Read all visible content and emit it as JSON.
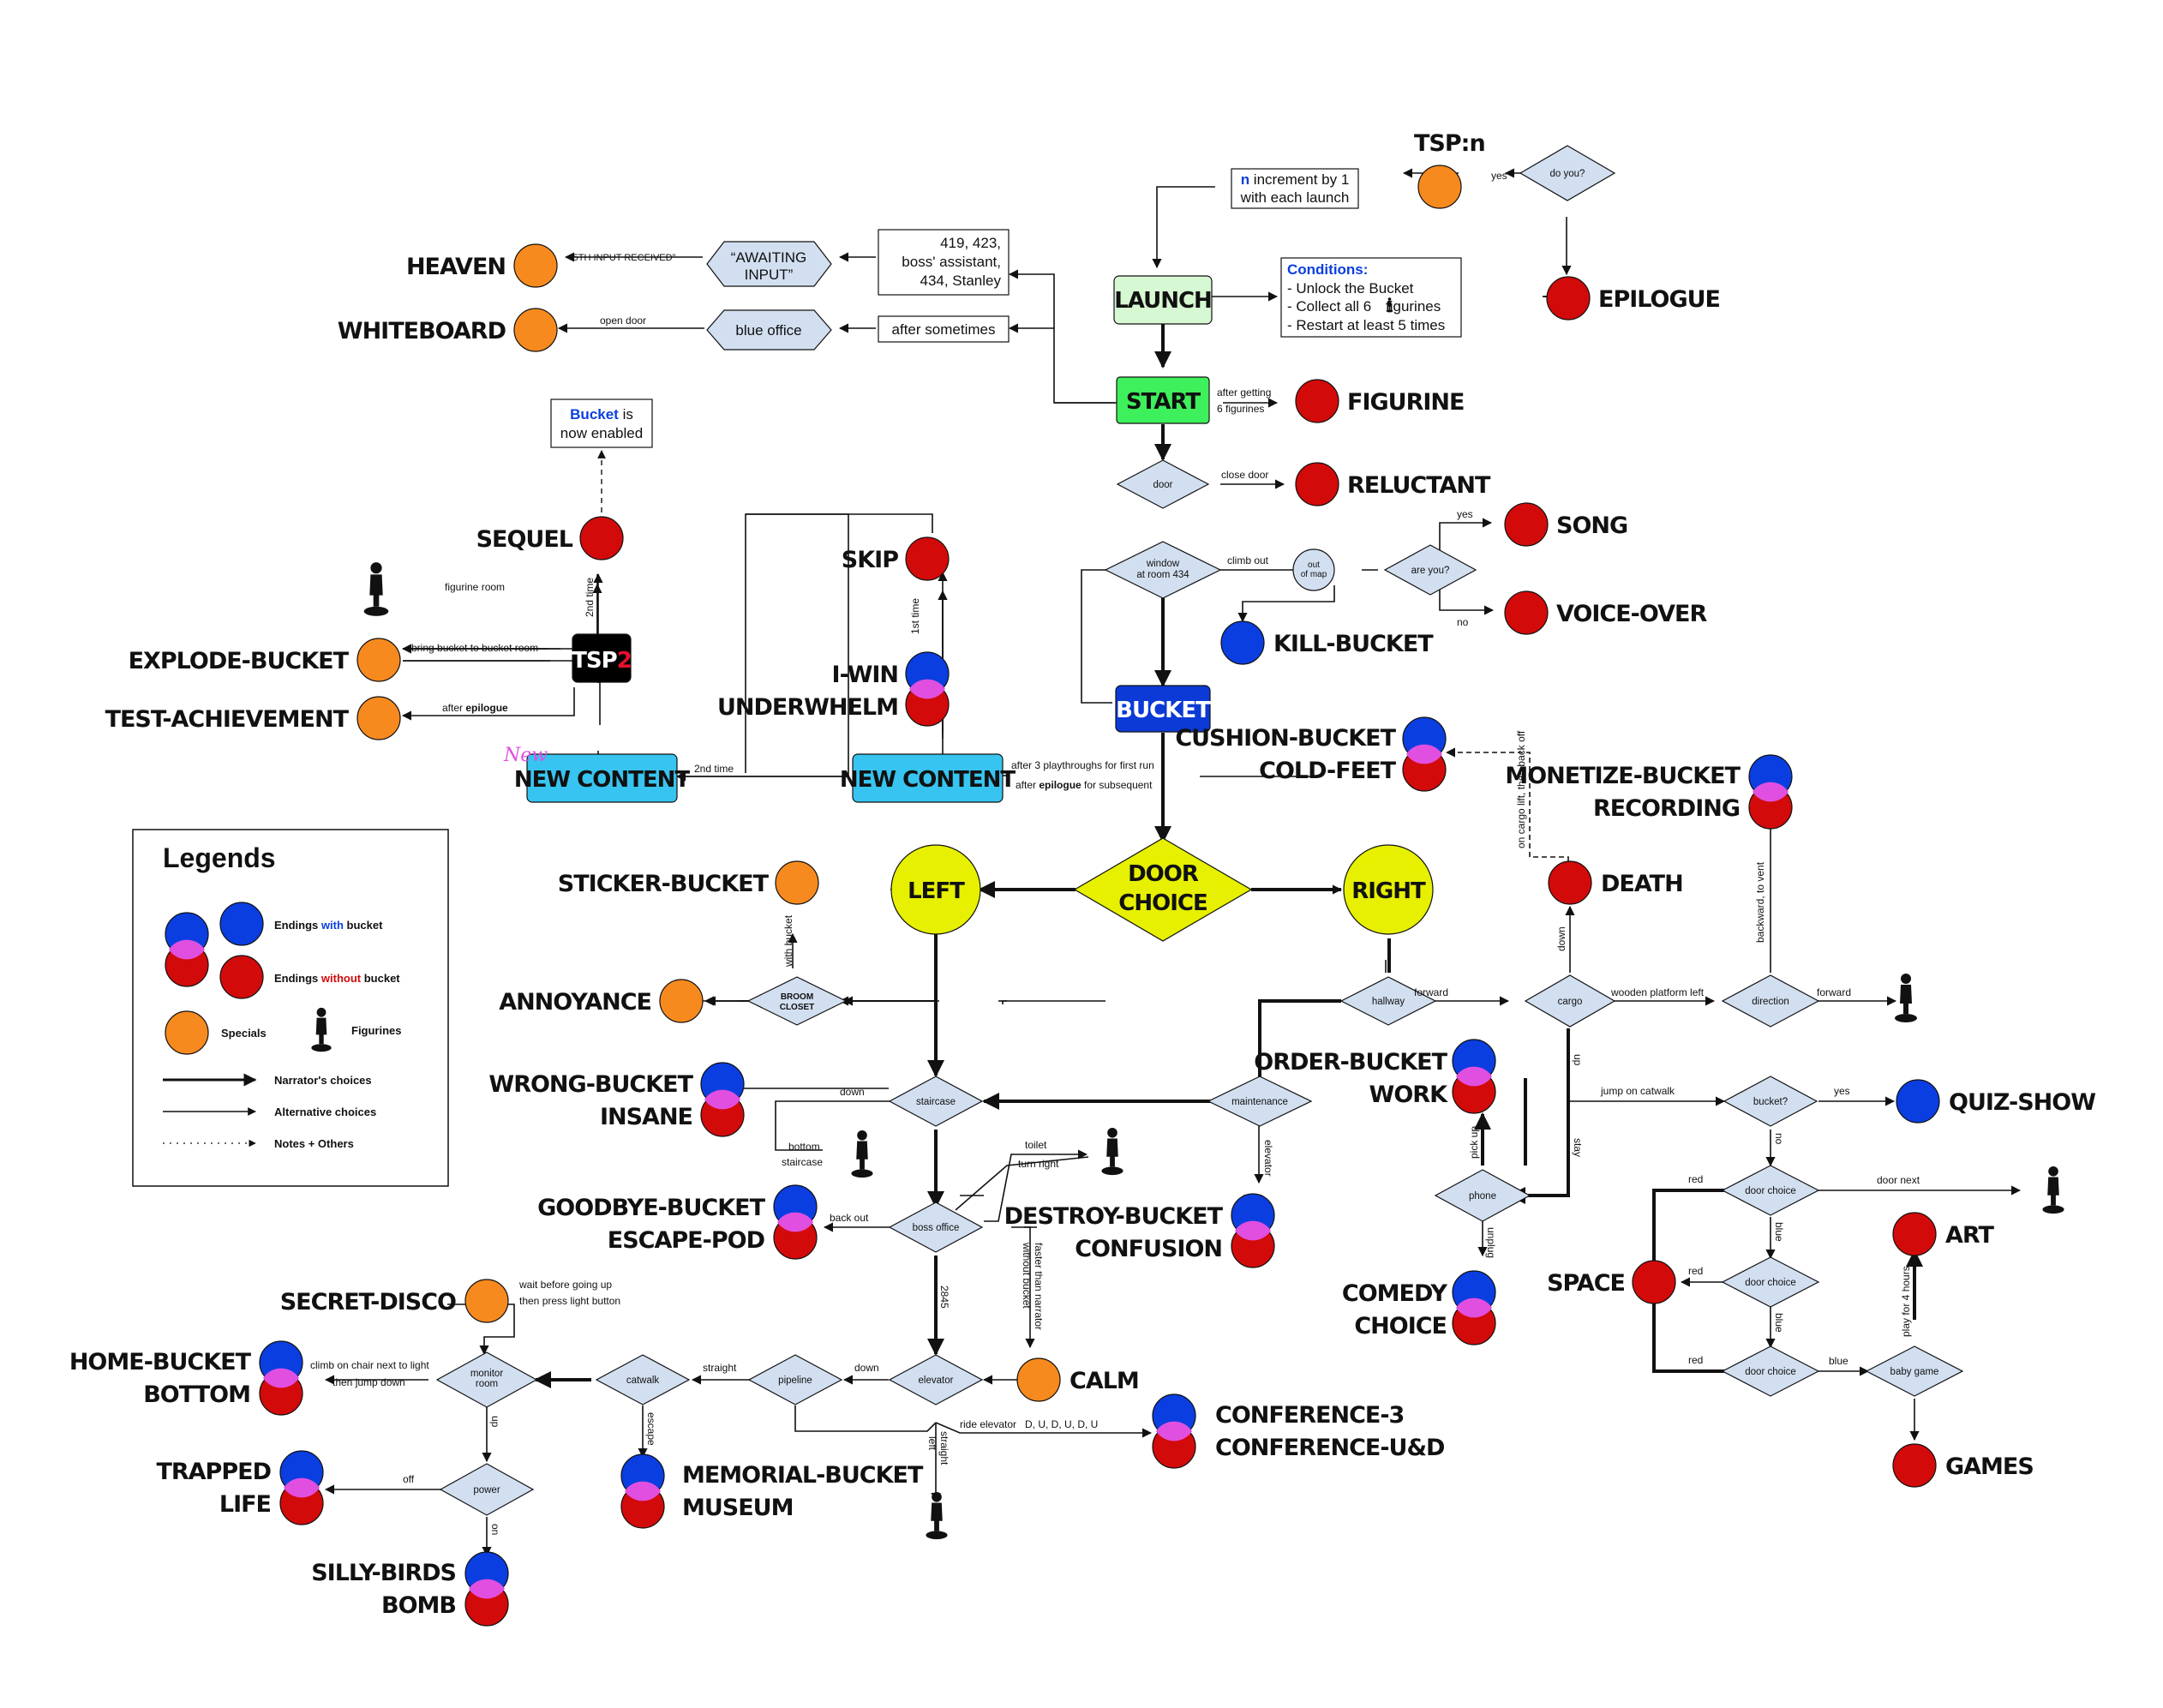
{
  "colors": {
    "blue": "#0b3ee0",
    "red": "#d30a0a",
    "orange": "#f78a1e",
    "magenta": "#e14fe0",
    "yellow": "#e6f000",
    "green_start": "#3ef05b",
    "light_green": "#d6f8d2",
    "bucket_blue": "#0b3ad6",
    "new_content_cyan": "#37c4f0",
    "diamond_fill": "#d2dff0"
  },
  "nodes": {
    "launch": "LAUNCH",
    "start": "START",
    "bucket": "BUCKET",
    "tsp2": "TSP",
    "tsp2_num": "2",
    "new_content_1": "NEW CONTENT",
    "new_content_2": "NEW CONTENT",
    "door_choice_1": "DOOR",
    "door_choice_2": "CHOICE",
    "left": "LEFT",
    "right": "RIGHT",
    "new_note": "New"
  },
  "boxes": {
    "increment_1a": "n",
    "increment_1b": " increment by 1",
    "increment_2": "with each launch",
    "codes_1": "419, 423,",
    "codes_2": "boss' assistant,",
    "codes_3": "434, Stanley",
    "after_sometimes": "after sometimes",
    "bucket_enabled_1a": "Bucket",
    "bucket_enabled_1b": " is",
    "bucket_enabled_2": "now enabled",
    "conditions_title": "Conditions:",
    "condition_1": "- Unlock the Bucket",
    "condition_2a": "- Collect all 6 ",
    "condition_2b": " figurines",
    "condition_3": "- Restart at least 5 times"
  },
  "hexagons": {
    "awaiting_1": "“AWAITING",
    "awaiting_2": "INPUT”",
    "blue_office": "blue office"
  },
  "diamonds": {
    "do_you": "do you?",
    "door": "door",
    "window_1": "window",
    "window_2": "at room 434",
    "are_you": "are you?",
    "broom_1": "BROOM",
    "broom_2": "CLOSET",
    "hallway": "hallway",
    "cargo": "cargo",
    "direction": "direction",
    "staircase": "staircase",
    "maintenance": "maintenance",
    "boss_office": "boss office",
    "phone": "phone",
    "bucket_q": "bucket?",
    "door_choice_a": "door choice",
    "door_choice_b": "door choice",
    "door_choice_c": "door choice",
    "baby_game": "baby game",
    "elevator": "elevator",
    "pipeline": "pipeline",
    "catwalk": "catwalk",
    "monitor_1": "monitor",
    "monitor_2": "room",
    "power": "power"
  },
  "circles": {
    "out_of_map_1": "out",
    "out_of_map_2": "of map"
  },
  "endings": {
    "tsp_n": "TSP:n",
    "heaven": "HEAVEN",
    "whiteboard": "WHITEBOARD",
    "epilogue": "EPILOGUE",
    "figurine": "FIGURINE",
    "reluctant": "RELUCTANT",
    "song": "SONG",
    "voice_over": "VOICE-OVER",
    "kill_bucket": "KILL-BUCKET",
    "sequel": "SEQUEL",
    "skip": "SKIP",
    "explode_bucket": "EXPLODE-BUCKET",
    "test_achievement": "TEST-ACHIEVEMENT",
    "i_win": "I-WIN",
    "underwhelm": "UNDERWHELM",
    "cushion_bucket": "CUSHION-BUCKET",
    "cold_feet": "COLD-FEET",
    "monetize_bucket": "MONETIZE-BUCKET",
    "recording": "RECORDING",
    "death": "DEATH",
    "sticker_bucket": "STICKER-BUCKET",
    "annoyance": "ANNOYANCE",
    "wrong_bucket": "WRONG-BUCKET",
    "insane": "INSANE",
    "order_bucket": "ORDER-BUCKET",
    "work": "WORK",
    "quiz_show": "QUIZ-SHOW",
    "goodbye_bucket": "GOODBYE-BUCKET",
    "escape_pod": "ESCAPE-POD",
    "destroy_bucket": "DESTROY-BUCKET",
    "confusion": "CONFUSION",
    "comedy": "COMEDY",
    "choice": "CHOICE",
    "art": "ART",
    "space": "SPACE",
    "secret_disco": "SECRET-DISCO",
    "home_bucket": "HOME-BUCKET",
    "bottom": "BOTTOM",
    "calm": "CALM",
    "conference_3": "CONFERENCE-3",
    "conference_ud": "CONFERENCE-U&D",
    "memorial_bucket": "MEMORIAL-BUCKET",
    "museum": "MUSEUM",
    "trapped": "TRAPPED",
    "life": "LIFE",
    "games": "GAMES",
    "silly_birds": "SILLY-BIRDS",
    "bomb": "BOMB"
  },
  "edge_labels": {
    "yes_tsp": "yes",
    "fifth_input": "“5TH INPUT RECEIVED”",
    "open_door": "open door",
    "after_getting_1": "after getting",
    "after_getting_2": "6 figurines",
    "close_door": "close door",
    "climb_out": "climb out",
    "yes_song": "yes",
    "no_voice": "no",
    "second_time_sequel": "2nd time",
    "first_time_skip": "1st time",
    "figurine_room": "figurine room",
    "bring_bucket": "bring bucket to bucket room",
    "after_epilogue_a": "after ",
    "after_epilogue_b": "epilogue",
    "second_time": "2nd time",
    "after_3_playthroughs": "after 3 playthroughs for first run",
    "after_epilogue_subsequent_a": "after ",
    "after_epilogue_subsequent_b": "epilogue",
    "after_epilogue_subsequent_c": " for subsequent",
    "cargo_lift": "on cargo lift, then back off",
    "backward_vent": "backward, to vent",
    "with_bucket": "with bucket",
    "down_death": "down",
    "forward_hallway": "forward",
    "wooden_platform": "wooden platform left",
    "forward_dir": "forward",
    "up_cargo": "up",
    "jump_catwalk": "jump on catwalk",
    "yes_quiz": "yes",
    "stay": "stay",
    "no_bucket": "no",
    "down_staircase": "down",
    "bottom_1": "bottom",
    "bottom_2": "staircase",
    "toilet": "toilet",
    "turn_right": "turn right",
    "back_out": "back out",
    "elevator_maint": "elevator",
    "pick_up": "pick up",
    "unplug": "unplug",
    "red_a": "red",
    "door_next": "door next",
    "blue_a": "blue",
    "red_b": "red",
    "blue_b": "blue",
    "red_c": "red",
    "blue_c": "blue",
    "play_4_hours": "play for 4 hours",
    "faster_1": "faster than narrator",
    "faster_2": "without bucket",
    "num_2845": "2845",
    "wait_1": "wait before going up",
    "wait_2": "then press light button",
    "straight_catwalk": "straight",
    "down_pipeline": "down",
    "climb_chair_1": "climb on chair next to light",
    "climb_chair_2": "then jump down",
    "escape": "escape",
    "up_monitor": "up",
    "ride_elevator": "ride elevator",
    "dudu": "D, U, D, U, D, U",
    "straight_elev": "straight",
    "left_elev": "left",
    "off": "off",
    "on": "on"
  },
  "legend": {
    "title": "Legends",
    "with_bucket_a": "Endings ",
    "with_bucket_b": "with",
    "with_bucket_c": " bucket",
    "without_bucket_a": "Endings ",
    "without_bucket_b": "without",
    "without_bucket_c": " bucket",
    "specials": "Specials",
    "figurines": "Figurines",
    "narrator": "Narrator's choices",
    "alternative": "Alternative choices",
    "notes": "Notes + Others"
  }
}
